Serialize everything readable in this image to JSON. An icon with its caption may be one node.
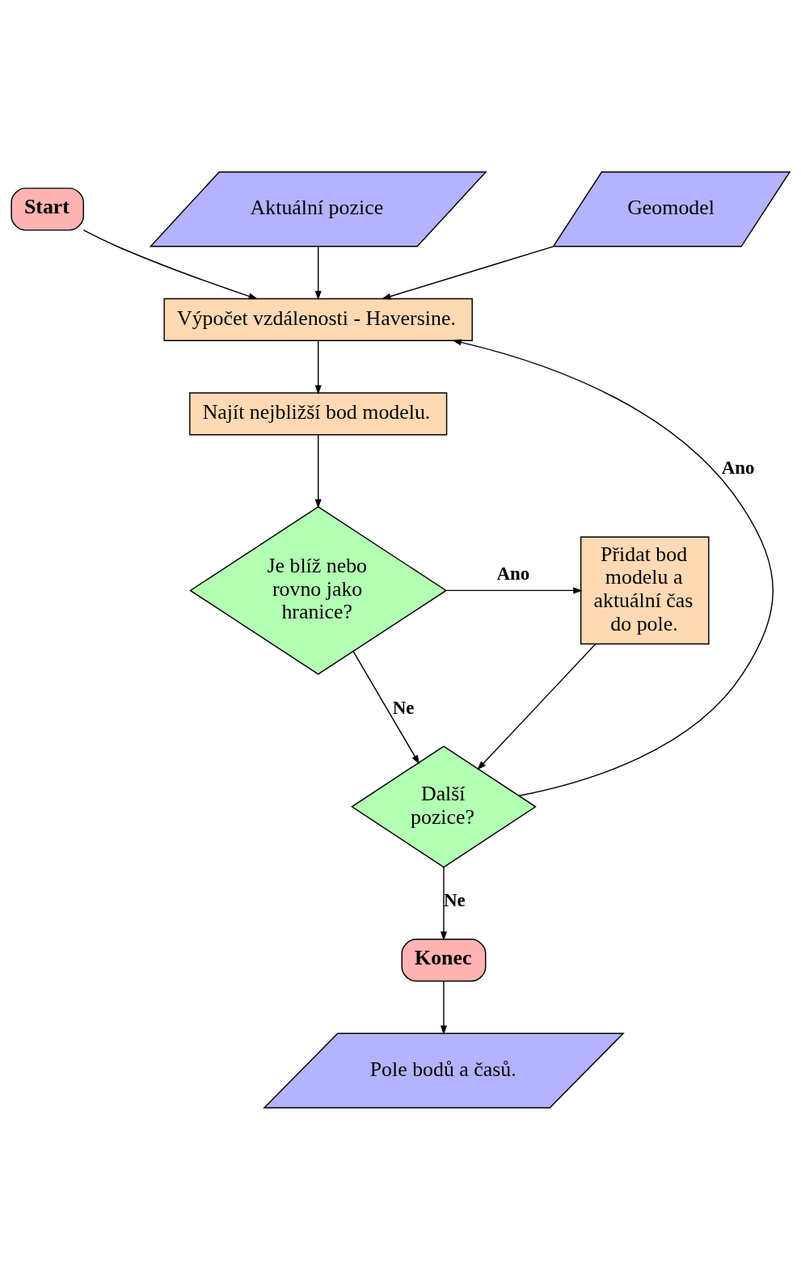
{
  "diagram": {
    "nodes": [
      {
        "text": [
          "Start"
        ]
      },
      {
        "text": [
          "Aktuální pozice"
        ]
      },
      {
        "text": [
          "Geomodel"
        ]
      },
      {
        "text": [
          "Výpočet vzdálenosti - Haversine."
        ]
      },
      {
        "text": [
          "Najít nejbližší bod modelu."
        ]
      },
      {
        "text": [
          "Je blíž nebo rovno jako hranice?"
        ]
      },
      {
        "text": [
          "Přidat bod modelu a aktuální čas do pole."
        ]
      },
      {
        "text": [
          "Další pozice?"
        ]
      },
      {
        "text": [
          "Konec"
        ]
      },
      {
        "text": [
          "Pole bodů a časů."
        ]
      }
    ],
    "edges": [
      {
        "from": 0,
        "to": 3,
        "arrow": "to"
      },
      {
        "from": 1,
        "to": 3,
        "arrow": "to"
      },
      {
        "from": 2,
        "to": 3,
        "arrow": "to"
      },
      {
        "from": 3,
        "to": 4,
        "arrow": "to"
      },
      {
        "from": 4,
        "to": 5,
        "arrow": "to"
      },
      {
        "from": 5,
        "to": 6,
        "arrow": "to",
        "label": "Ano"
      },
      {
        "from": 5,
        "to": 7,
        "arrow": "to",
        "label": "Ne"
      },
      {
        "from": 6,
        "to": 7,
        "arrow": "to"
      },
      {
        "from": 7,
        "to": 3,
        "arrow": "to",
        "label": "Ano"
      },
      {
        "from": 7,
        "to": 8,
        "arrow": "to",
        "label": "Ne"
      },
      {
        "from": 8,
        "to": 9,
        "arrow": "to"
      }
    ]
  }
}
